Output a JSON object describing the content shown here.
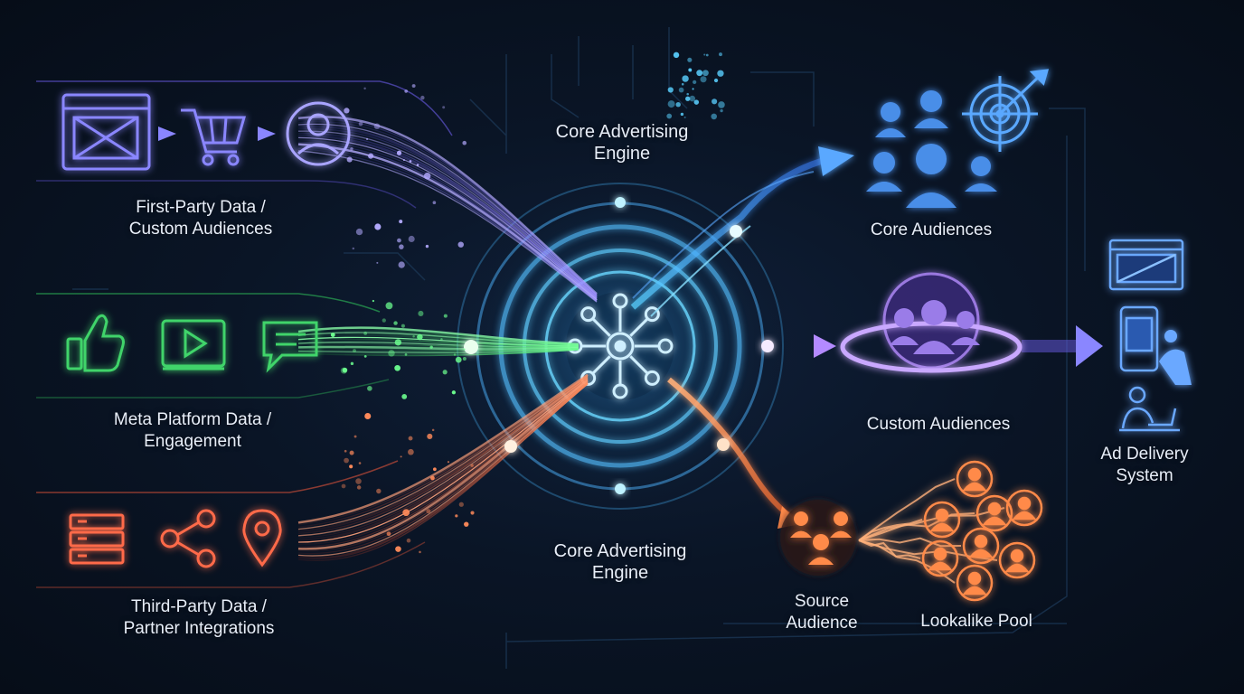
{
  "sources": {
    "first_party": {
      "label": "First-Party Data /\nCustom Audiences",
      "color": "#8a86ff"
    },
    "meta_platform": {
      "label": "Meta Platform Data /\nEngagement",
      "color": "#3fd46a"
    },
    "third_party": {
      "label": "Third-Party Data /\nPartner Integrations",
      "color": "#ff6a4a"
    }
  },
  "engine": {
    "label_top": "Core Advertising\nEngine",
    "label_bottom": "Core Advertising\nEngine",
    "color": "#5ad0ff"
  },
  "outputs": {
    "core_audiences": {
      "label": "Core Audiences",
      "color": "#5aa8ff"
    },
    "custom_audiences": {
      "label": "Custom Audiences",
      "color": "#a27bff"
    },
    "source_audience": {
      "label": "Source\nAudience",
      "color": "#ff8a4a"
    },
    "lookalike_pool": {
      "label": "Lookalike Pool",
      "color": "#ff8a4a"
    }
  },
  "delivery": {
    "label": "Ad Delivery\nSystem",
    "color": "#6aa8ff"
  },
  "icons": {
    "first_party": [
      "browser-window-icon",
      "shopping-cart-icon",
      "user-circle-icon"
    ],
    "meta_platform": [
      "thumbs-up-icon",
      "video-play-icon",
      "chat-bubble-icon"
    ],
    "third_party": [
      "server-icon",
      "share-icon",
      "location-pin-icon"
    ],
    "core": [
      "people-group-icon",
      "target-icon"
    ],
    "delivery": [
      "desktop-screen-icon",
      "mobile-phone-icon",
      "user-laptop-icon"
    ]
  }
}
